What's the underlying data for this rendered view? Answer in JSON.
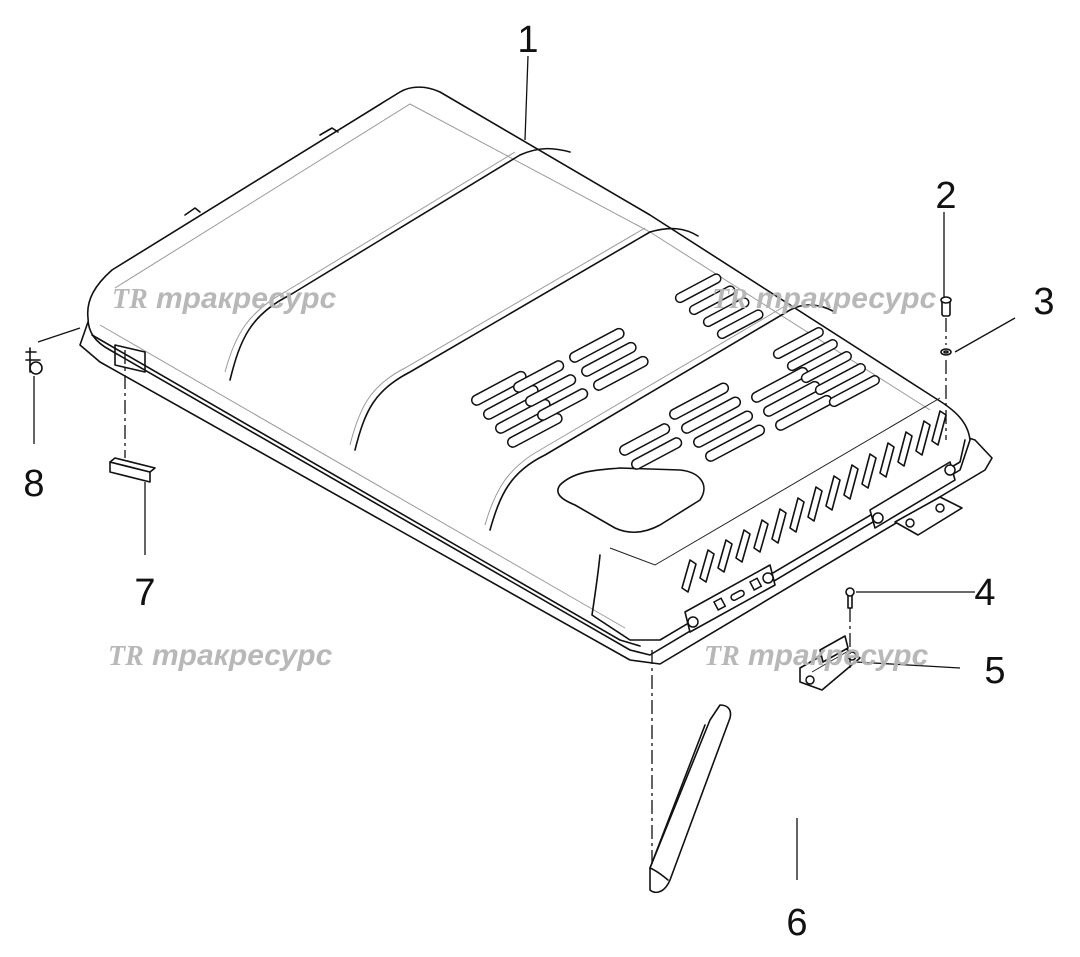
{
  "watermark": {
    "logo": "TR",
    "text": "тракресурс"
  },
  "callouts": [
    {
      "id": "1",
      "label": "1"
    },
    {
      "id": "2",
      "label": "2"
    },
    {
      "id": "3",
      "label": "3"
    },
    {
      "id": "4",
      "label": "4"
    },
    {
      "id": "5",
      "label": "5"
    },
    {
      "id": "6",
      "label": "6"
    },
    {
      "id": "7",
      "label": "7"
    },
    {
      "id": "8",
      "label": "8"
    }
  ],
  "colors": {
    "line": "#111111",
    "watermark": "#b5b5b5",
    "background": "#ffffff"
  }
}
